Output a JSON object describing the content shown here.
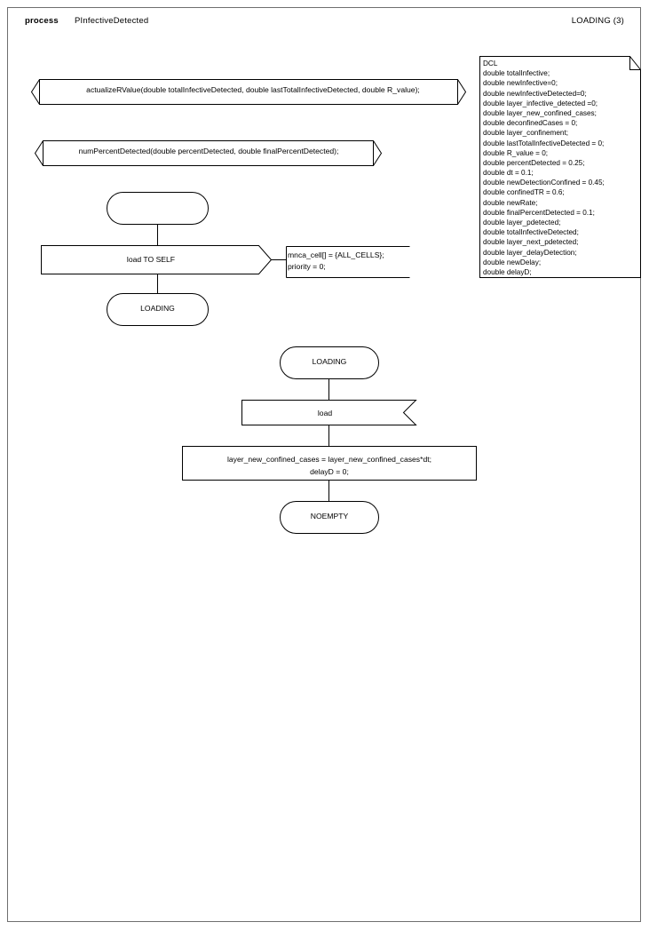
{
  "header": {
    "kind": "process",
    "name": "PInfectiveDetected",
    "page_label": "LOADING (3)"
  },
  "declaration_box": {
    "title": "DCL",
    "lines": [
      "double totalInfective;",
      "double newInfective=0;",
      "double newInfectiveDetected=0;",
      "double layer_infective_detected =0;",
      "double layer_new_confined_cases;",
      "double deconfinedCases = 0;",
      "double layer_confinement;",
      "double lastTotalInfectiveDetected = 0;",
      "double R_value = 0;",
      "double percentDetected = 0.25;",
      "double dt = 0.1;",
      "double newDetectionConfined = 0.45;",
      "double confinedTR = 0.6;",
      "double newRate;",
      "double finalPercentDetected = 0.1;",
      "double layer_pdetected;",
      "double totalInfectiveDetected;",
      "double layer_next_pdetected;",
      "double layer_delayDetection;",
      "double newDelay;",
      "double delayD;"
    ]
  },
  "procedures": [
    {
      "id": "proc-actualize-rvalue",
      "label": "actualizeRValue(double totalInfectiveDetected, double lastTotalInfectiveDetected, double R_value);"
    },
    {
      "id": "proc-num-percent-detected",
      "label": "numPercentDetected(double percentDetected, double finalPercentDetected);"
    }
  ],
  "flow_a": {
    "start_state": {
      "label": ""
    },
    "output": {
      "label": "load TO SELF"
    },
    "comment": {
      "lines": "mnca_cell[] = {ALL_CELLS};\npriority = 0;"
    },
    "next_state": {
      "label": "LOADING"
    }
  },
  "flow_b": {
    "state": {
      "label": "LOADING"
    },
    "input": {
      "label": "load"
    },
    "task": {
      "lines": "layer_new_confined_cases = layer_new_confined_cases*dt;\ndelayD = 0;"
    },
    "next_state": {
      "label": "NOEMPTY"
    }
  },
  "colors": {
    "stroke": "#000000",
    "frame_stroke": "#6f6f6f",
    "background": "#ffffff",
    "text": "#000000"
  }
}
